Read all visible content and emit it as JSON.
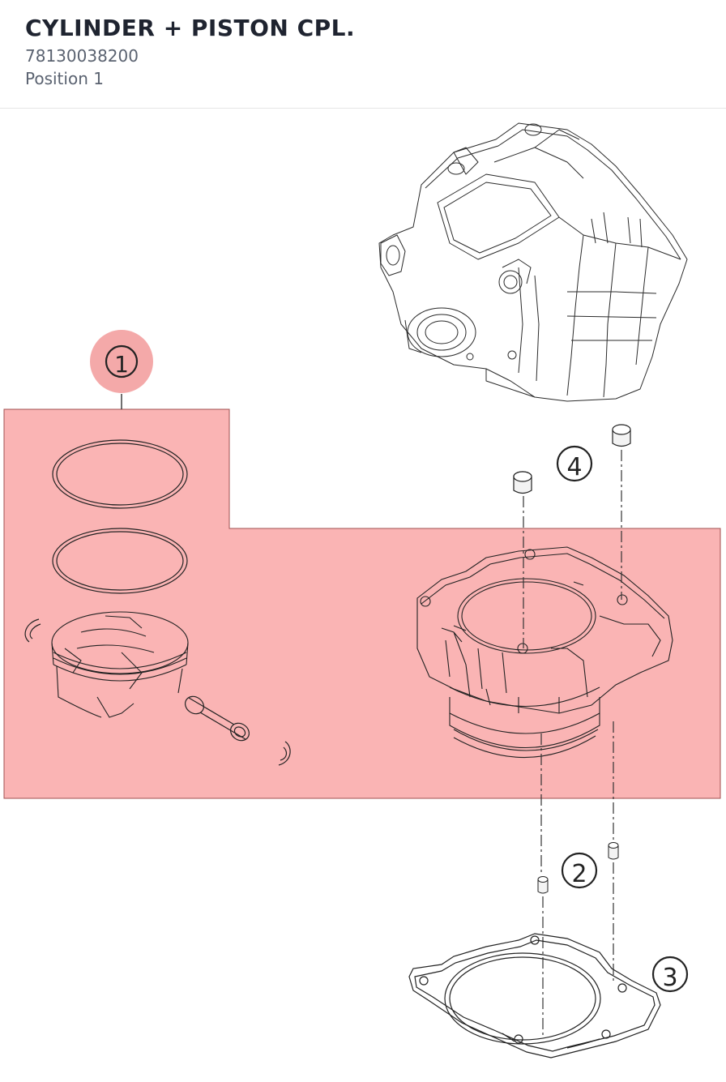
{
  "part": {
    "title": "CYLINDER + PISTON CPL.",
    "number": "78130038200",
    "position": "Position 1"
  },
  "diagram": {
    "callouts": [
      "1",
      "2",
      "3",
      "4"
    ],
    "highlight_color": "#f9a7a7",
    "highlight_border": "#a05050",
    "callout_highlight": "#f29a9a",
    "line_color": "#222222"
  }
}
